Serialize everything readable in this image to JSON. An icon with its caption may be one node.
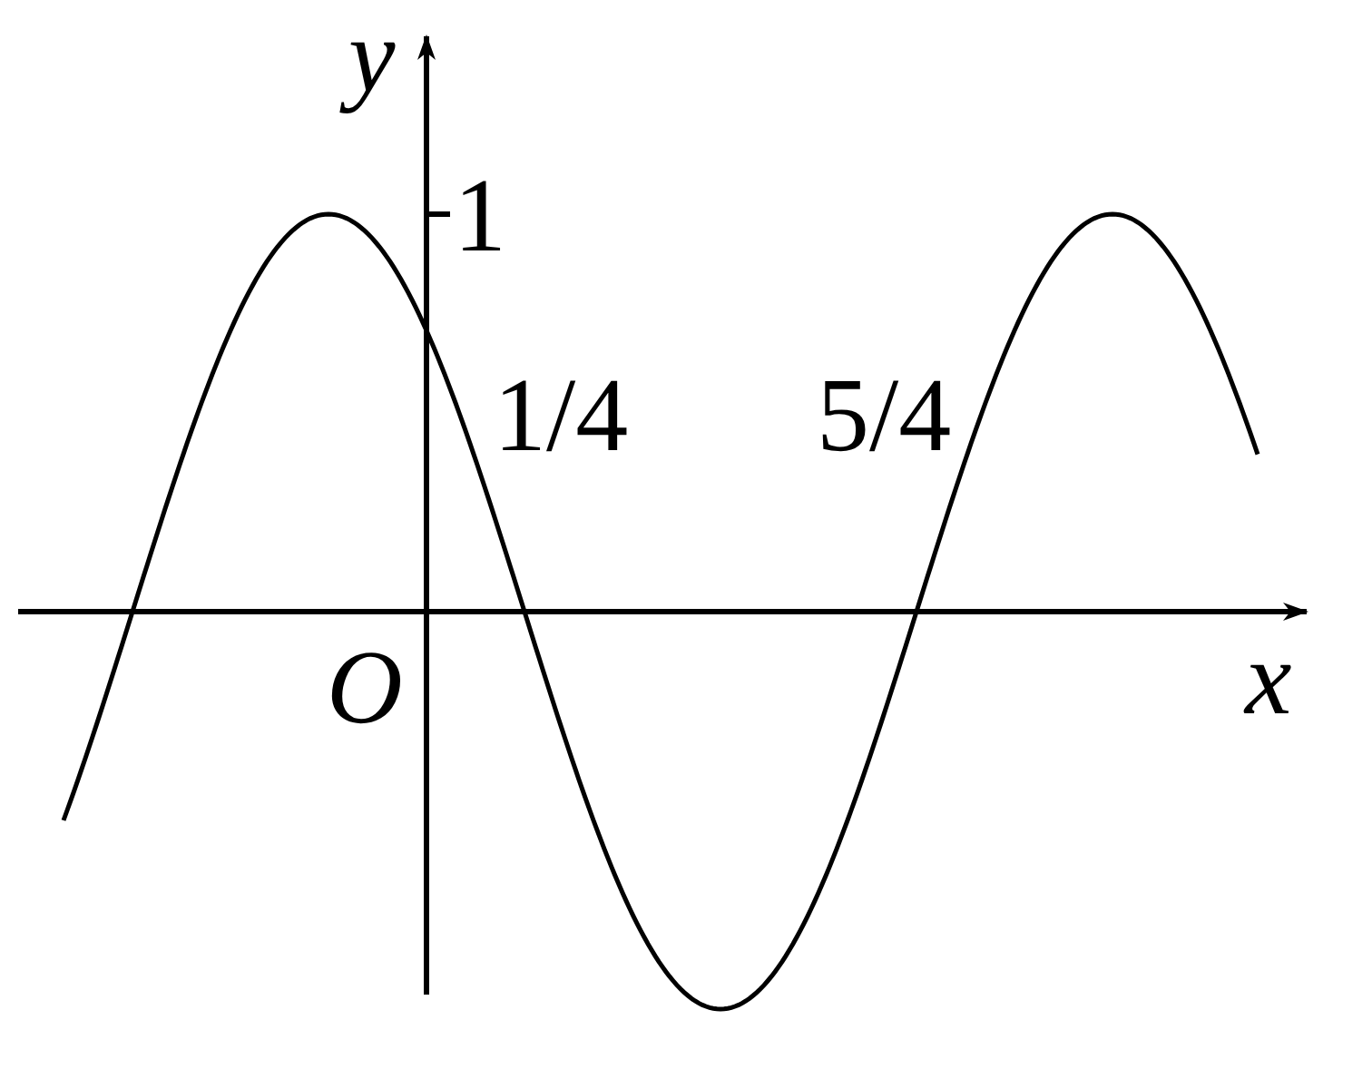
{
  "diagram": {
    "labels": [
      "y",
      "1",
      "1/4",
      "5/4",
      "O",
      "x"
    ]
  }
}
